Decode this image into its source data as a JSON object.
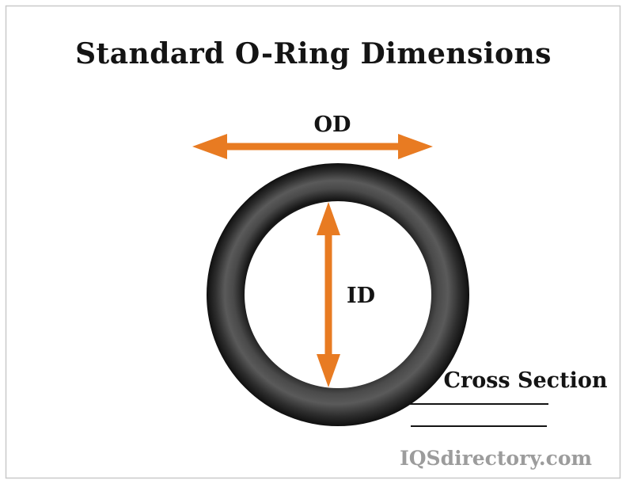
{
  "diagram": {
    "title": "Standard O-Ring Dimensions",
    "od_label": "OD",
    "id_label": "ID",
    "cross_section_label": "Cross Section",
    "watermark": "IQSdirectory.com",
    "colors": {
      "arrow_orange": "#e87b22",
      "text_black": "#141414",
      "ring_dark": "#161616",
      "ring_mid": "#4a4a4a",
      "ring_highlight": "#5a5a5a",
      "ring_shadow_inner": "#2e2e2e",
      "ring_edge": "#0f0f0f",
      "line_black": "#141414",
      "watermark_gray": "#9c9c9c",
      "border_gray": "#c9c9c9"
    }
  }
}
